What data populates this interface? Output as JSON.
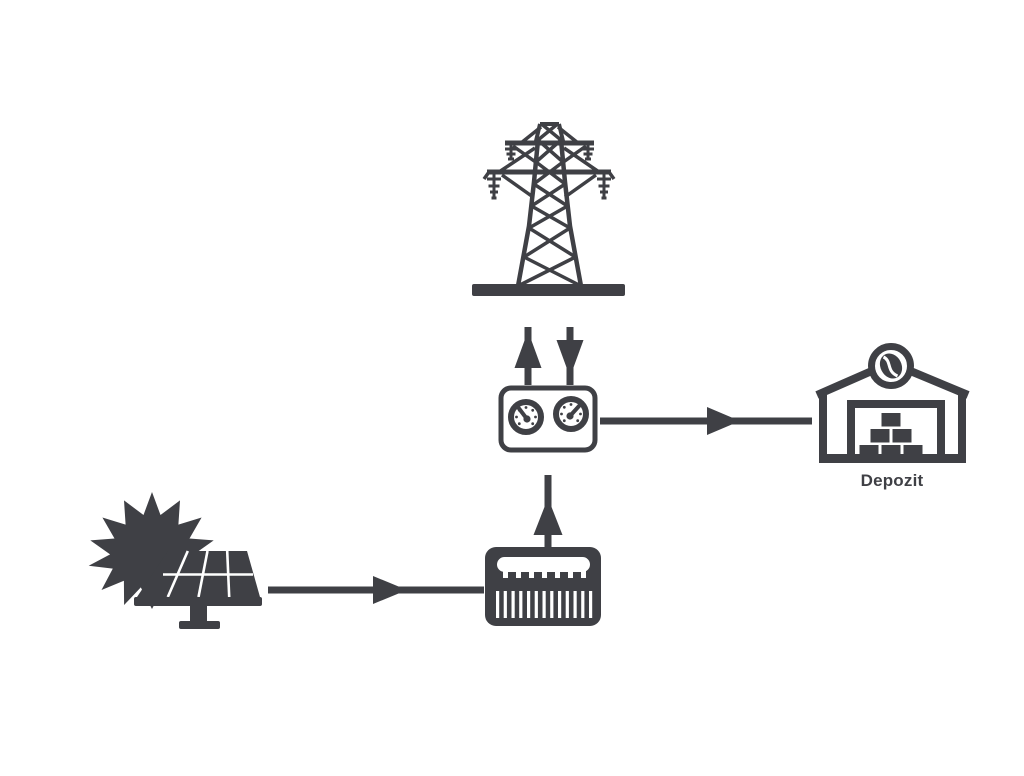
{
  "diagram": {
    "background": "#ffffff",
    "ink_color": "#3F4045",
    "labels": {
      "warehouse": "Depozit"
    },
    "nodes": [
      {
        "id": "grid-tower",
        "icon": "transmission-tower-icon",
        "label": ""
      },
      {
        "id": "meter",
        "icon": "energy-meter-icon",
        "label": ""
      },
      {
        "id": "solar",
        "icon": "solar-panel-sun-icon",
        "label": ""
      },
      {
        "id": "inverter",
        "icon": "inverter-icon",
        "label": ""
      },
      {
        "id": "warehouse",
        "icon": "warehouse-icon",
        "label": "Depozit"
      }
    ],
    "flows": [
      {
        "from": "meter",
        "to": "grid-tower",
        "direction": "up"
      },
      {
        "from": "grid-tower",
        "to": "meter",
        "direction": "down"
      },
      {
        "from": "inverter",
        "to": "meter",
        "direction": "up"
      },
      {
        "from": "solar",
        "to": "inverter",
        "direction": "right"
      },
      {
        "from": "meter",
        "to": "warehouse",
        "direction": "right"
      }
    ]
  }
}
